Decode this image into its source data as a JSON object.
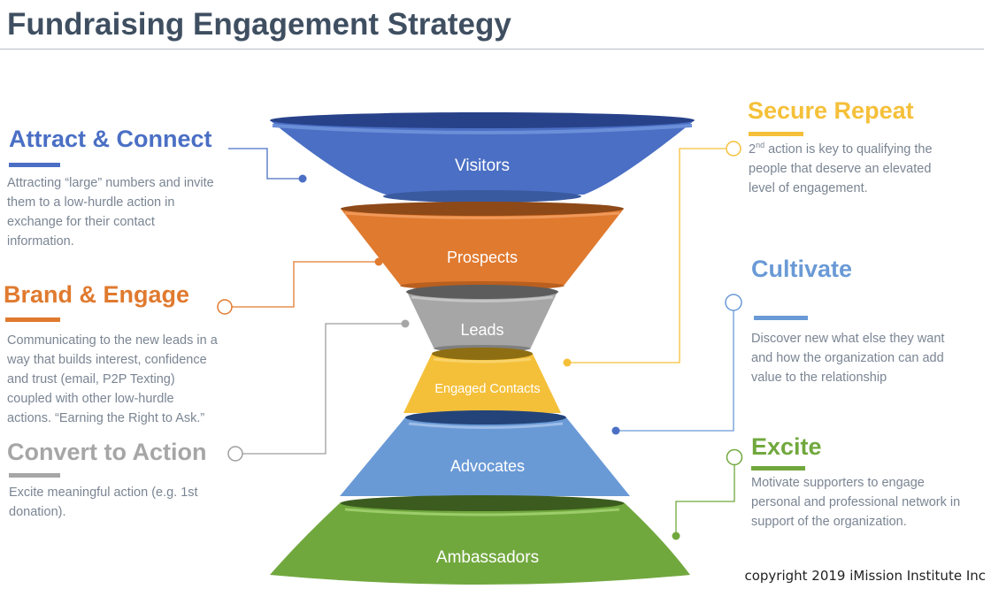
{
  "title": "Fundraising Engagement Strategy",
  "copyright": "copyright 2019 iMission Institute Inc",
  "colors": {
    "blue": "#4a6fc4",
    "orange": "#e07a2f",
    "gray": "#a6a6a6",
    "yellow": "#f5c039",
    "light_blue": "#6a9ad6",
    "green": "#71a83e",
    "text": "#7a8593"
  },
  "funnel": [
    {
      "label": "Visitors"
    },
    {
      "label": "Prospects"
    },
    {
      "label": "Leads"
    },
    {
      "label": "Engaged Contacts"
    },
    {
      "label": "Advocates"
    },
    {
      "label": "Ambassadors"
    }
  ],
  "sections": {
    "attract": {
      "heading": "Attract & Connect",
      "lines": [
        "Attracting “large” numbers and invite",
        "them to a low-hurdle action in",
        "exchange for their contact",
        "information."
      ]
    },
    "brand": {
      "heading": "Brand & Engage",
      "lines": [
        "Communicating to the new leads in a",
        "way that builds interest, confidence",
        "and trust (email, P2P Texting)",
        "coupled with other low-hurdle",
        "actions. “Earning the Right to Ask.”"
      ]
    },
    "convert": {
      "heading": "Convert to Action",
      "lines": [
        "Excite meaningful action (e.g. 1st",
        "donation)."
      ]
    },
    "secure": {
      "heading": "Secure Repeat",
      "first_prefix": "2",
      "first_sup": "nd",
      "first_rest": " action is key to qualifying the",
      "lines": [
        "people that deserve an elevated",
        "level of engagement."
      ]
    },
    "cultivate": {
      "heading": "Cultivate",
      "lines": [
        "Discover new what else they want",
        "and how the organization can add",
        "value to the relationship"
      ]
    },
    "excite": {
      "heading": "Excite",
      "lines": [
        "Motivate supporters to engage",
        "personal and professional network in",
        "support of the organization."
      ]
    }
  }
}
